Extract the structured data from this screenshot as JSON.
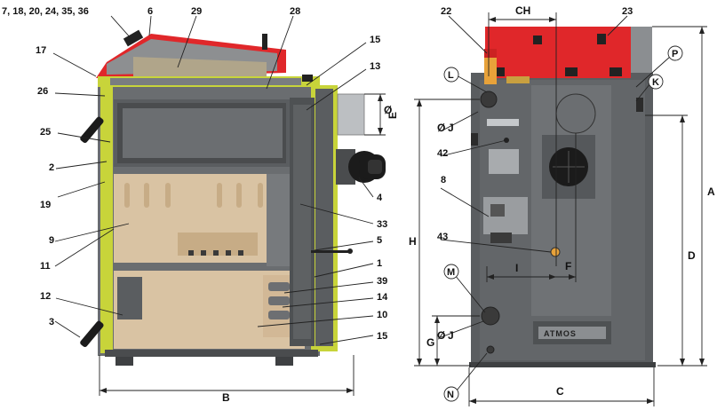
{
  "colors": {
    "body_gray": "#5a5d60",
    "body_gray_light": "#8b8e91",
    "body_gray_dark": "#3e4042",
    "red_cover": "#e0272a",
    "yellow_panel": "#c8d43a",
    "beige_chamber": "#d9c3a3",
    "beige_dark": "#c7ac86",
    "black": "#1b1b1b"
  },
  "left_labels": {
    "top_group": "7, 18, 20, 24, 35, 36",
    "l6": "6",
    "l29": "29",
    "l28": "28",
    "l15a": "15",
    "l13": "13",
    "l17": "17",
    "l26": "26",
    "l25": "25",
    "l2": "2",
    "l19": "19",
    "l9": "9",
    "l11": "11",
    "l12": "12",
    "l3": "3",
    "l4": "4",
    "l33": "33",
    "l5": "5",
    "l1": "1",
    "l39": "39",
    "l14": "14",
    "l10": "10",
    "l15b": "15",
    "dim_e": "E",
    "dim_b": "B"
  },
  "right_labels": {
    "l22": "22",
    "ch": "CH",
    "l23": "23",
    "L": "L",
    "P": "P",
    "K": "K",
    "dim_j1": "J",
    "l42": "42",
    "l8": "8",
    "l43": "43",
    "M": "M",
    "dim_j2": "J",
    "N": "N",
    "dim_h": "H",
    "dim_a": "A",
    "dim_d": "D",
    "dim_g": "G",
    "dim_i": "I",
    "dim_f": "F",
    "dim_c": "C",
    "brand": "ATMOS"
  }
}
